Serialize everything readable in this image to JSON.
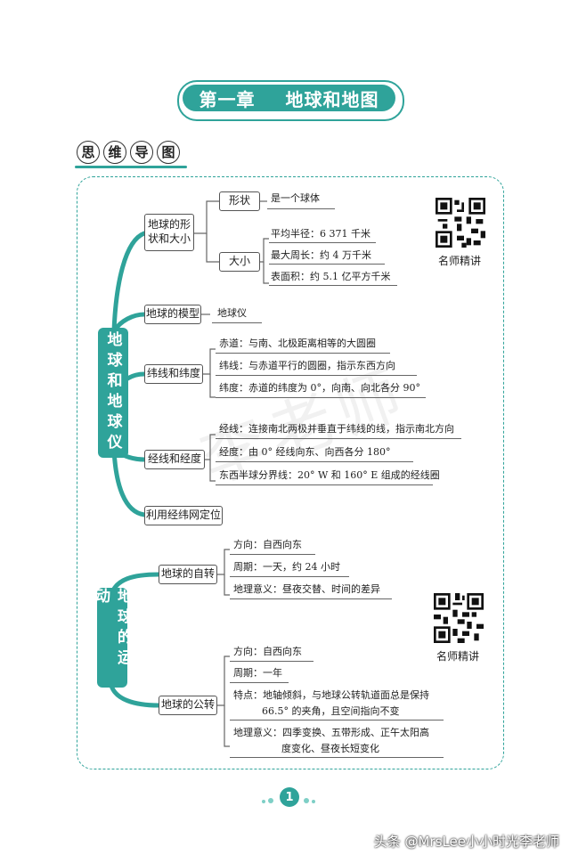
{
  "chapter": {
    "number": "第一章",
    "title": "地球和地图"
  },
  "section_title": [
    "思",
    "维",
    "导",
    "图"
  ],
  "watermark": "李老师",
  "qr_label": "名师精讲",
  "page_number": "1",
  "footer": "头条 @MrsLee小小时光李老师",
  "colors": {
    "accent": "#2fa39a"
  },
  "map1": {
    "root": "地球和地球仪",
    "n1": {
      "label": "地球的形状和大小",
      "shape": {
        "label": "形状",
        "leaf": "是一个球体"
      },
      "size": {
        "label": "大小",
        "leaves": [
          "平均半径：6 371 千米",
          "最大周长：约 4 万千米",
          "表面积：约 5.1 亿平方千米"
        ]
      }
    },
    "n2": {
      "label": "地球的模型",
      "leaf": "地球仪"
    },
    "n3": {
      "label": "纬线和纬度",
      "leaves": [
        "赤道：与南、北极距离相等的大圆圈",
        "纬线：与赤道平行的圆圈，指示东西方向",
        "纬度：赤道的纬度为 0°，向南、向北各分 90°"
      ]
    },
    "n4": {
      "label": "经线和经度",
      "leaves": [
        "经线：连接南北两极并垂直于纬线的线，指示南北方向",
        "经度：由 0° 经线向东、向西各分 180°",
        "东西半球分界线：20° W 和 160° E 组成的经线圈"
      ]
    },
    "n5": {
      "label": "利用经纬网定位"
    }
  },
  "map2": {
    "root": "地球的运动",
    "n1": {
      "label": "地球的自转",
      "leaves": [
        "方向：自西向东",
        "周期：一天，约 24 小时",
        "地理意义：昼夜交替、时间的差异"
      ]
    },
    "n2": {
      "label": "地球的公转",
      "leaves": [
        "方向：自西向东",
        "周期：一年"
      ],
      "feature": [
        "特点：地轴倾斜，与地球公转轨道面总是保持",
        "66.5° 的夹角，且空间指向不变"
      ],
      "meaning": [
        "地理意义：四季变换、五带形成、正午太阳高",
        "度变化、昼夜长短变化"
      ]
    }
  }
}
